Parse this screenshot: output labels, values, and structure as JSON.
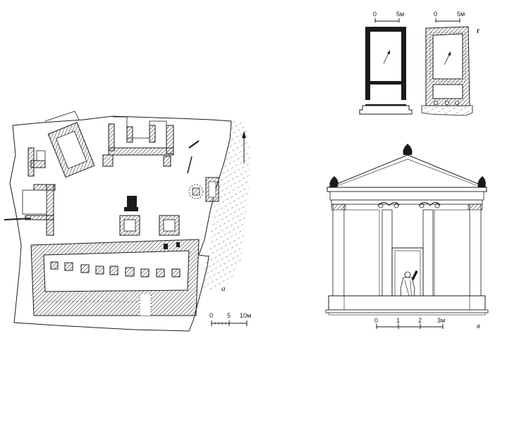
{
  "plan_a": {
    "label": "а",
    "scale_labels": [
      "0",
      "5",
      "10м"
    ]
  },
  "plan_g": {
    "label": "г",
    "left_scale_labels": [
      "0",
      "5м"
    ],
    "right_scale_labels": [
      "0",
      "5м"
    ]
  },
  "facade_v": {
    "label": "в",
    "scale_labels": [
      "0",
      "1",
      "2",
      "3м"
    ]
  },
  "colors": {
    "ink": "#1a1a1a",
    "hatch": "#444444",
    "paper": "#ffffff"
  }
}
